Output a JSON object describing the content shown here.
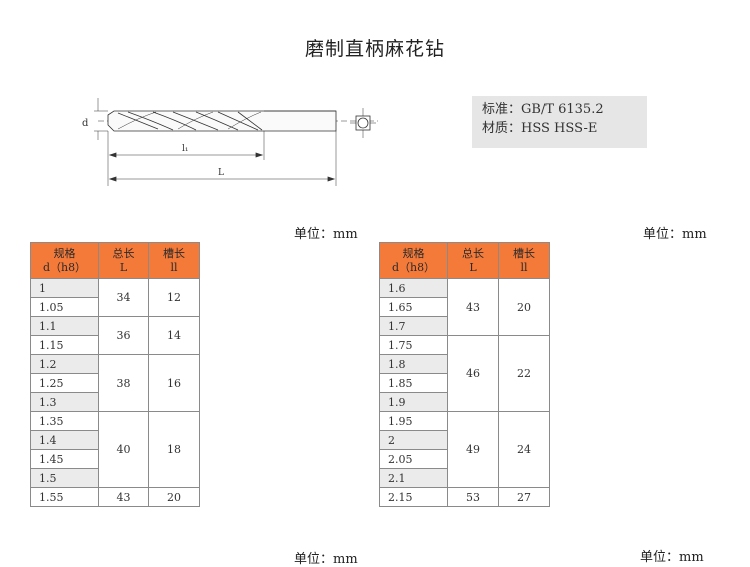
{
  "title": "磨制直柄麻花钻",
  "drawing": {
    "d_label": "d",
    "l1_label": "l₁",
    "L_label": "L"
  },
  "spec_box": {
    "standard": "标准：GB/T 6135.2",
    "material": "材质：HSS HSS-E"
  },
  "units": {
    "top_right": "单位：mm",
    "top_far_right": "单位：mm",
    "bottom_left": "单位：mm",
    "bottom_right": "单位：mm"
  },
  "table_headers": {
    "spec_line1": "规格",
    "spec_line2": "d（h8）",
    "total_line1": "总长",
    "total_line2": "L",
    "flute_line1": "槽长",
    "flute_line2": "ll"
  },
  "table_left": {
    "groups": [
      {
        "diameters": [
          "1",
          "1.05"
        ],
        "total_length": "34",
        "flute_length": "12"
      },
      {
        "diameters": [
          "1.1",
          "1.15"
        ],
        "total_length": "36",
        "flute_length": "14"
      },
      {
        "diameters": [
          "1.2",
          "1.25",
          "1.3"
        ],
        "total_length": "38",
        "flute_length": "16"
      },
      {
        "diameters": [
          "1.35",
          "1.4",
          "1.45",
          "1.5"
        ],
        "total_length": "40",
        "flute_length": "18"
      },
      {
        "diameters": [
          "1.55"
        ],
        "total_length": "43",
        "flute_length": "20"
      }
    ]
  },
  "table_right": {
    "groups": [
      {
        "diameters": [
          "1.6",
          "1.65",
          "1.7"
        ],
        "total_length": "43",
        "flute_length": "20"
      },
      {
        "diameters": [
          "1.75",
          "1.8",
          "1.85",
          "1.9"
        ],
        "total_length": "46",
        "flute_length": "22"
      },
      {
        "diameters": [
          "1.95",
          "2",
          "2.05",
          "2.1"
        ],
        "total_length": "49",
        "flute_length": "24"
      },
      {
        "diameters": [
          "2.15"
        ],
        "total_length": "53",
        "flute_length": "27"
      }
    ]
  },
  "colors": {
    "header_orange": "#f47a3a",
    "row_gray": "#ebebeb",
    "spec_box_gray": "#e6e6e6"
  }
}
